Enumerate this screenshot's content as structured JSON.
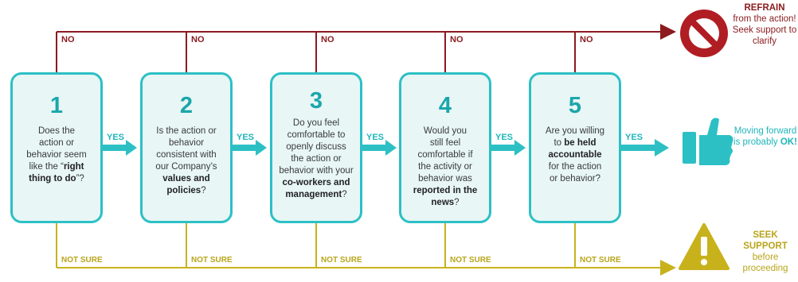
{
  "connectors": {
    "no_label": "NO",
    "yes_label": "YES",
    "not_sure_label": "NOT SURE"
  },
  "steps": [
    {
      "number": "1",
      "q1": "Does the",
      "q2": "action or",
      "q3": "behavior seem",
      "q4": "like the “",
      "bold": "right thing to do",
      "q5": "”?"
    },
    {
      "number": "2",
      "q1": "Is the action or",
      "q2": "behavior",
      "q3": "consistent with",
      "q4": "our Company’s",
      "bold": "values and policies",
      "q5": "?"
    },
    {
      "number": "3",
      "q1": "Do you feel",
      "q2": "comfortable to",
      "q3": "openly discuss",
      "q4": "the action or behavior with your",
      "bold": "co-workers and management",
      "q5": "?"
    },
    {
      "number": "4",
      "q1": "Would you",
      "q2": "still feel",
      "q3": "comfortable if",
      "q4": "the activity or behavior was",
      "bold": "reported in the news",
      "q5": "?"
    },
    {
      "number": "5",
      "q1": "Are you willing",
      "q2": "to",
      "bold": "be held accountable",
      "q3": "for the action",
      "q4": "or behavior",
      "q5": "?"
    }
  ],
  "outcomes": {
    "refrain_bold": "REFRAIN",
    "refrain_text": "from the action! Seek support to clarify",
    "forward_text": "Moving forward is probably",
    "forward_bold": "OK!",
    "seek_bold": "SEEK SUPPORT",
    "seek_text": "before proceeding"
  },
  "colors": {
    "no": "#8b1b1f",
    "yes": "#2cc0c5",
    "not_sure": "#c8b21c",
    "box_fill": "#e8f6f6",
    "stop_sign": "#b01e24",
    "thumbs_up": "#2cc0c5",
    "warning": "#c8b21c"
  },
  "icons": {
    "refrain": "prohibited-sign-icon",
    "forward": "thumbs-up-icon",
    "seek": "warning-triangle-icon"
  }
}
